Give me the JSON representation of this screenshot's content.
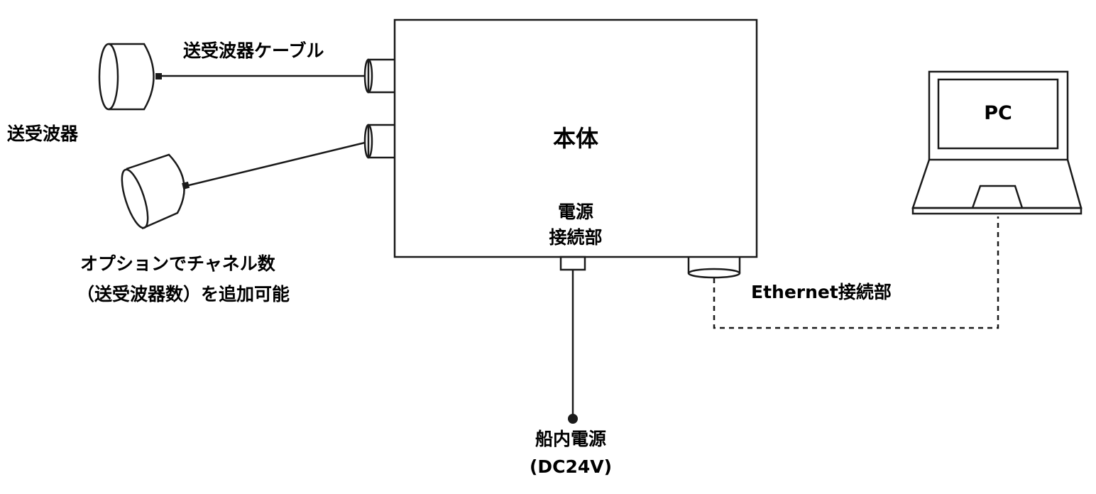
{
  "labels": {
    "transducer_cable": "送受波器ケーブル",
    "transducer": "送受波器",
    "option_line1": "オプションでチャネル数",
    "option_line2": "（送受波器数）を追加可能",
    "main_unit": "本体",
    "power_conn_line1": "電源",
    "power_conn_line2": "接続部",
    "ethernet_conn": "Ethernet接続部",
    "pc": "PC",
    "ship_power_line1": "船内電源",
    "ship_power_line2": "(DC24V)"
  },
  "colors": {
    "stroke": "#1a1a1a",
    "text": "#000000",
    "background": "#ffffff"
  },
  "connections": [
    {
      "from": "transducer-1",
      "to": "main-unit",
      "style": "solid"
    },
    {
      "from": "transducer-2",
      "to": "main-unit",
      "style": "solid"
    },
    {
      "from": "ship-power",
      "to": "main-unit",
      "style": "solid"
    },
    {
      "from": "main-unit",
      "to": "pc",
      "style": "dashed"
    }
  ]
}
